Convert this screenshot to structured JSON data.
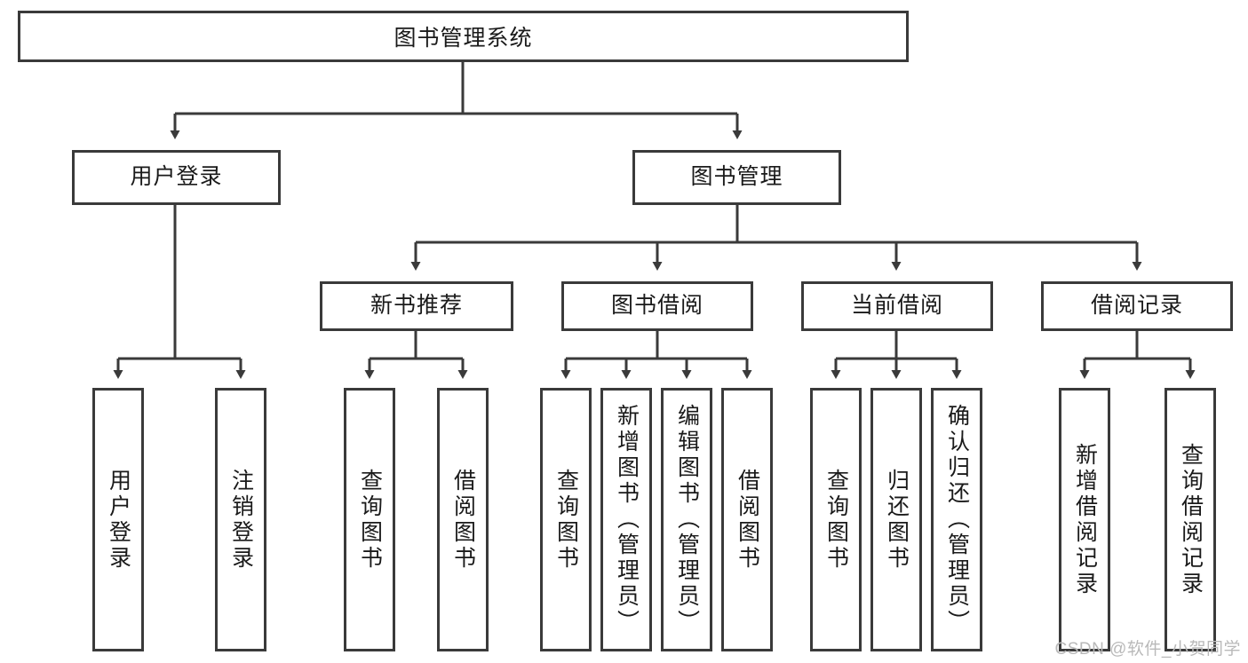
{
  "diagram": {
    "title": "图书管理系统",
    "type": "tree-hierarchy",
    "watermark": "CSDN @软件_小贺同学",
    "colors": {
      "background": "#ffffff",
      "box_border": "#3a3a3a",
      "box_fill": "#ffffff",
      "connector": "#3a3a3a",
      "text": "#1a1a1a",
      "watermark": "#b9b9b9"
    },
    "levels": {
      "root": {
        "label": "图书管理系统"
      },
      "level2": [
        {
          "label": "用户登录"
        },
        {
          "label": "图书管理"
        }
      ],
      "level3": [
        {
          "label": "新书推荐",
          "parent": "图书管理"
        },
        {
          "label": "图书借阅",
          "parent": "图书管理"
        },
        {
          "label": "当前借阅",
          "parent": "图书管理"
        },
        {
          "label": "借阅记录",
          "parent": "图书管理"
        }
      ],
      "leaves": {
        "用户登录": [
          {
            "label": "用户登录"
          },
          {
            "label": "注销登录"
          }
        ],
        "新书推荐": [
          {
            "label": "查询图书"
          },
          {
            "label": "借阅图书"
          }
        ],
        "图书借阅": [
          {
            "label": "查询图书"
          },
          {
            "label": "新增图书（管理员）"
          },
          {
            "label": "编辑图书（管理员）"
          },
          {
            "label": "借阅图书"
          }
        ],
        "当前借阅": [
          {
            "label": "查询图书"
          },
          {
            "label": "归还图书"
          },
          {
            "label": "确认归还（管理员）"
          }
        ],
        "借阅记录": [
          {
            "label": "新增借阅记录"
          },
          {
            "label": "查询借阅记录"
          }
        ]
      }
    },
    "nodes": {
      "root": "图书管理系统",
      "user_login": "用户登录",
      "book_manage": "图书管理",
      "new_book_rec": "新书推荐",
      "book_borrow": "图书借阅",
      "current_borrow": "当前借阅",
      "borrow_record": "借阅记录",
      "leaf_user_login": "用户登录",
      "leaf_logout": "注销登录",
      "leaf_query_book_a": "查询图书",
      "leaf_borrow_book_a": "借阅图书",
      "leaf_query_book_b": "查询图书",
      "leaf_add_book": "新增图书（管理员）",
      "leaf_edit_book": "编辑图书（管理员）",
      "leaf_borrow_book_b": "借阅图书",
      "leaf_query_book_c": "查询图书",
      "leaf_return_book": "归还图书",
      "leaf_confirm_return": "确认归还（管理员）",
      "leaf_add_record": "新增借阅记录",
      "leaf_query_record": "查询借阅记录"
    }
  }
}
